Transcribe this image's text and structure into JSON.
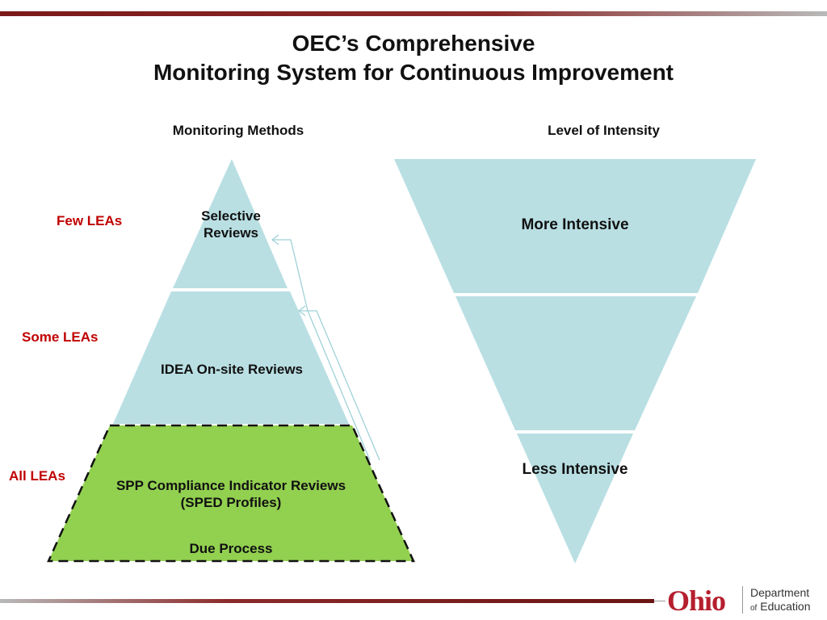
{
  "title": {
    "line1": "OEC’s Comprehensive",
    "line2": "Monitoring System for Continuous Improvement"
  },
  "columns": {
    "left": "Monitoring Methods",
    "right": "Level of Intensity"
  },
  "side_labels": {
    "top": "Few LEAs",
    "middle": "Some LEAs",
    "bottom": "All LEAs"
  },
  "pyramid": {
    "top": "Selective Reviews",
    "middle": "IDEA On-site Reviews",
    "bottom": "SPP Compliance Indicator Reviews (SPED Profiles)",
    "bottom_extra": "Due Process"
  },
  "intensity": {
    "top": "More Intensive",
    "bottom": "Less Intensive"
  },
  "logo": {
    "ohio": "Ohio",
    "dept": "Department",
    "of": "of",
    "education": "Education"
  },
  "colors": {
    "light_blue": "#b9dfe3",
    "green": "#92d050",
    "red_label": "#c00000",
    "brand_red": "#b51f2e"
  }
}
